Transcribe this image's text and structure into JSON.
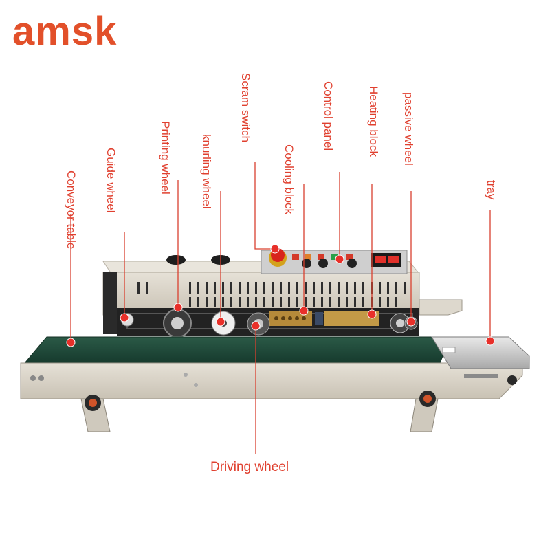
{
  "brand": {
    "name": "amsk",
    "color": "#e2502a"
  },
  "colors": {
    "label": "#e0402f",
    "leader": "#d9402f",
    "marker": "#e8302a",
    "body": "#d8d2c6",
    "belt": "#1f4a3a",
    "steel": "#bdbdbd"
  },
  "labels": {
    "conveyor_table": "Conveyor table",
    "guide_wheel": "Guide wheel",
    "printing_wheel": "Printing wheel",
    "knurling_wheel": "knurling wheel",
    "scram_switch": "Scram switch",
    "cooling_block": "Cooling block",
    "control_panel": "Control panel",
    "heating_block": "Heating block",
    "passive_wheel": "passive wheel",
    "tray": "tray",
    "driving_wheel": "Driving wheel"
  }
}
